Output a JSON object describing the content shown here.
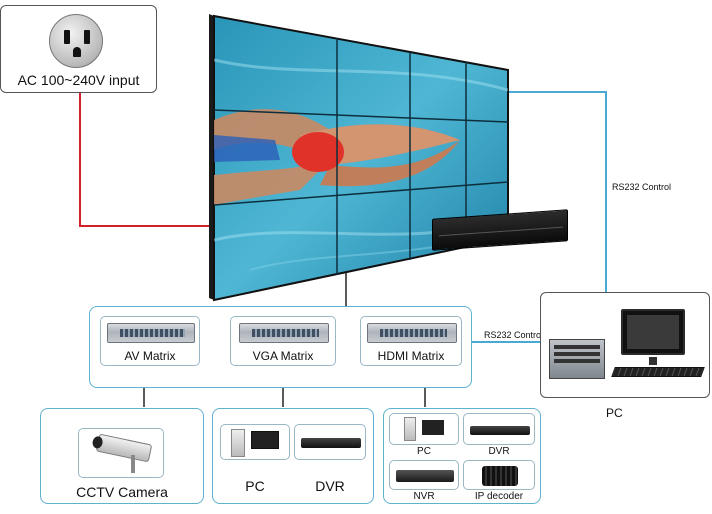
{
  "power": {
    "label": "AC 100~240V input",
    "icon": "power-socket-icon"
  },
  "links": {
    "rs232_top": "RS232 Control",
    "rs232_matrix": "RS232 Control"
  },
  "matrices": [
    {
      "label": "AV Matrix"
    },
    {
      "label": "VGA Matrix"
    },
    {
      "label": "HDMI Matrix"
    }
  ],
  "pc_station": {
    "label": "PC"
  },
  "sources": {
    "cctv": {
      "label": "CCTV Camera"
    },
    "vga": {
      "pc": "PC",
      "dvr": "DVR"
    },
    "hdmi": {
      "pc": "PC",
      "dvr": "DVR",
      "nvr": "NVR",
      "decoder": "IP decoder"
    }
  },
  "colors": {
    "accent": "#5fb2cf",
    "power_line": "#d0202a",
    "control_line": "#4aa9d3"
  }
}
